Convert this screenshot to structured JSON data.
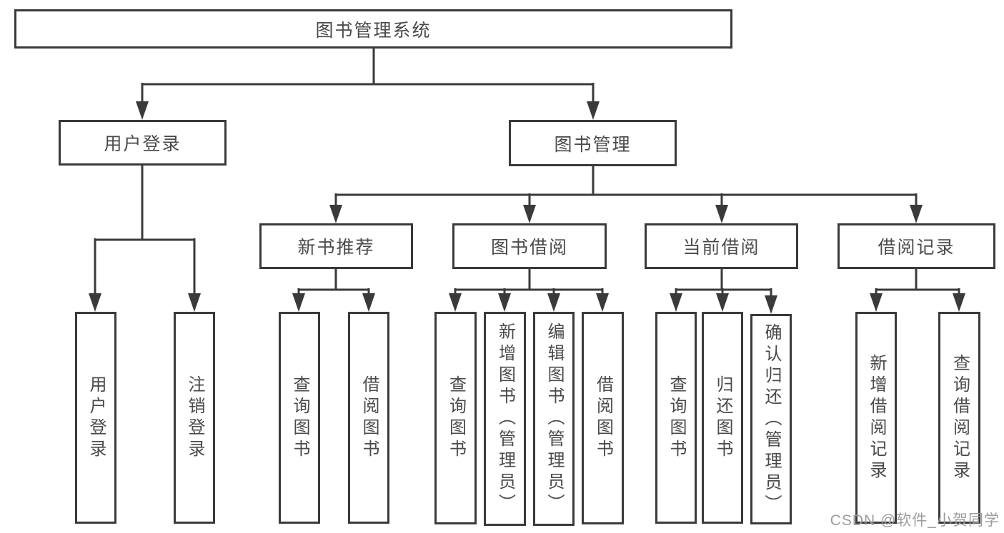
{
  "diagram_title": "图书管理系统",
  "tree": {
    "root": "图书管理系统",
    "children": [
      {
        "label": "用户登录",
        "children": [
          "用户登录",
          "注销登录"
        ]
      },
      {
        "label": "图书管理",
        "children": [
          {
            "label": "新书推荐",
            "children": [
              "查询图书",
              "借阅图书"
            ]
          },
          {
            "label": "图书借阅",
            "children": [
              "查询图书",
              "新增图书（管理员）",
              "编辑图书（管理员）",
              "借阅图书"
            ]
          },
          {
            "label": "当前借阅",
            "children": [
              "查询图书",
              "归还图书",
              "确认归还（管理员）"
            ]
          },
          {
            "label": "借阅记录",
            "children": [
              "新增借阅记录",
              "查询借阅记录"
            ]
          }
        ]
      }
    ]
  },
  "watermark": "CSDN @软件_小贺同学",
  "colors": {
    "line": "#3a3a3a",
    "box_border": "#3a3a3a",
    "text": "#4a4a4a",
    "watermark": "#9c9c9c",
    "background": "#ffffff"
  }
}
